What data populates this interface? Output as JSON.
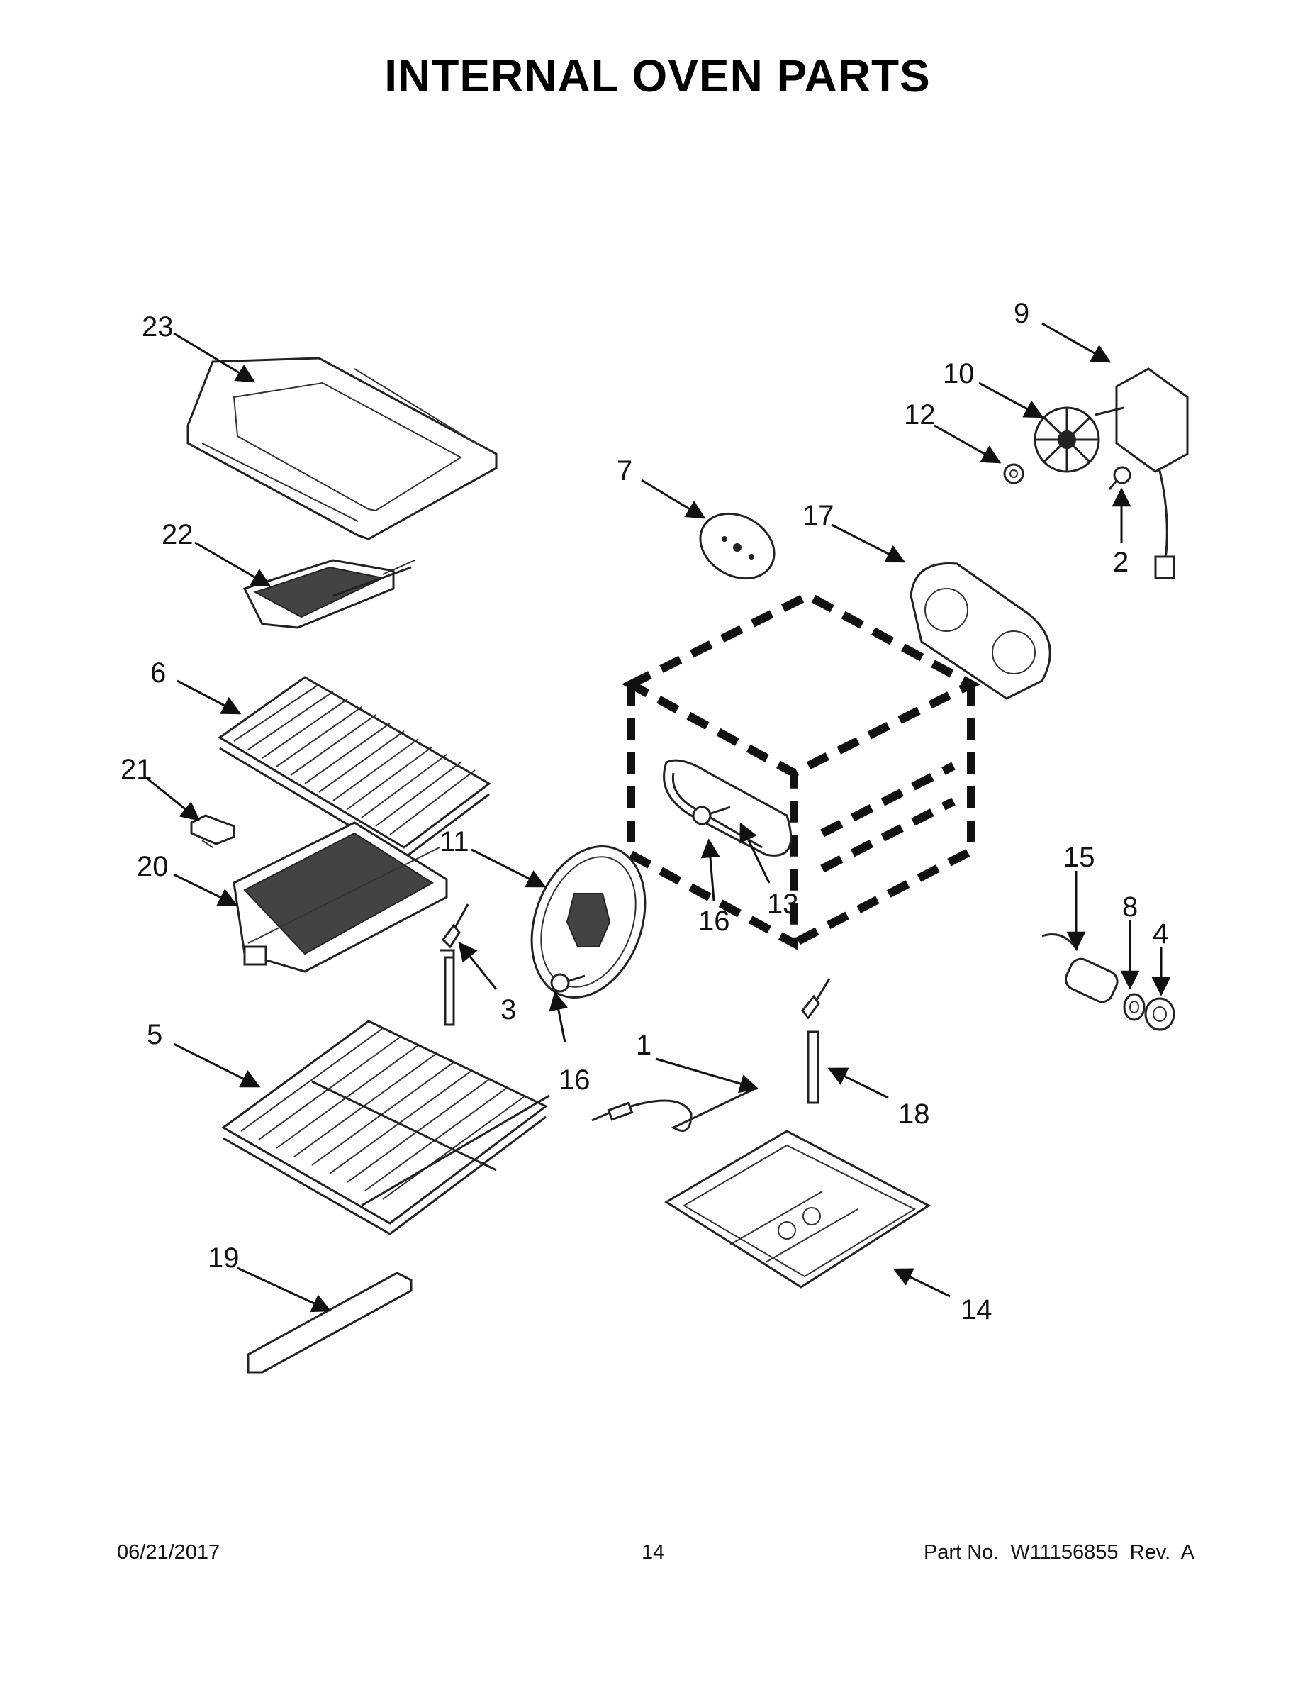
{
  "title": "INTERNAL OVEN PARTS",
  "callouts": [
    "23",
    "22",
    "6",
    "21",
    "20",
    "5",
    "19",
    "7",
    "17",
    "9",
    "10",
    "12",
    "2",
    "11",
    "13",
    "16",
    "16",
    "3",
    "15",
    "8",
    "4",
    "1",
    "18",
    "14"
  ],
  "footer": {
    "date": "06/21/2017",
    "page": "14",
    "part_no": "Part No.  W11156855  Rev.  A"
  }
}
